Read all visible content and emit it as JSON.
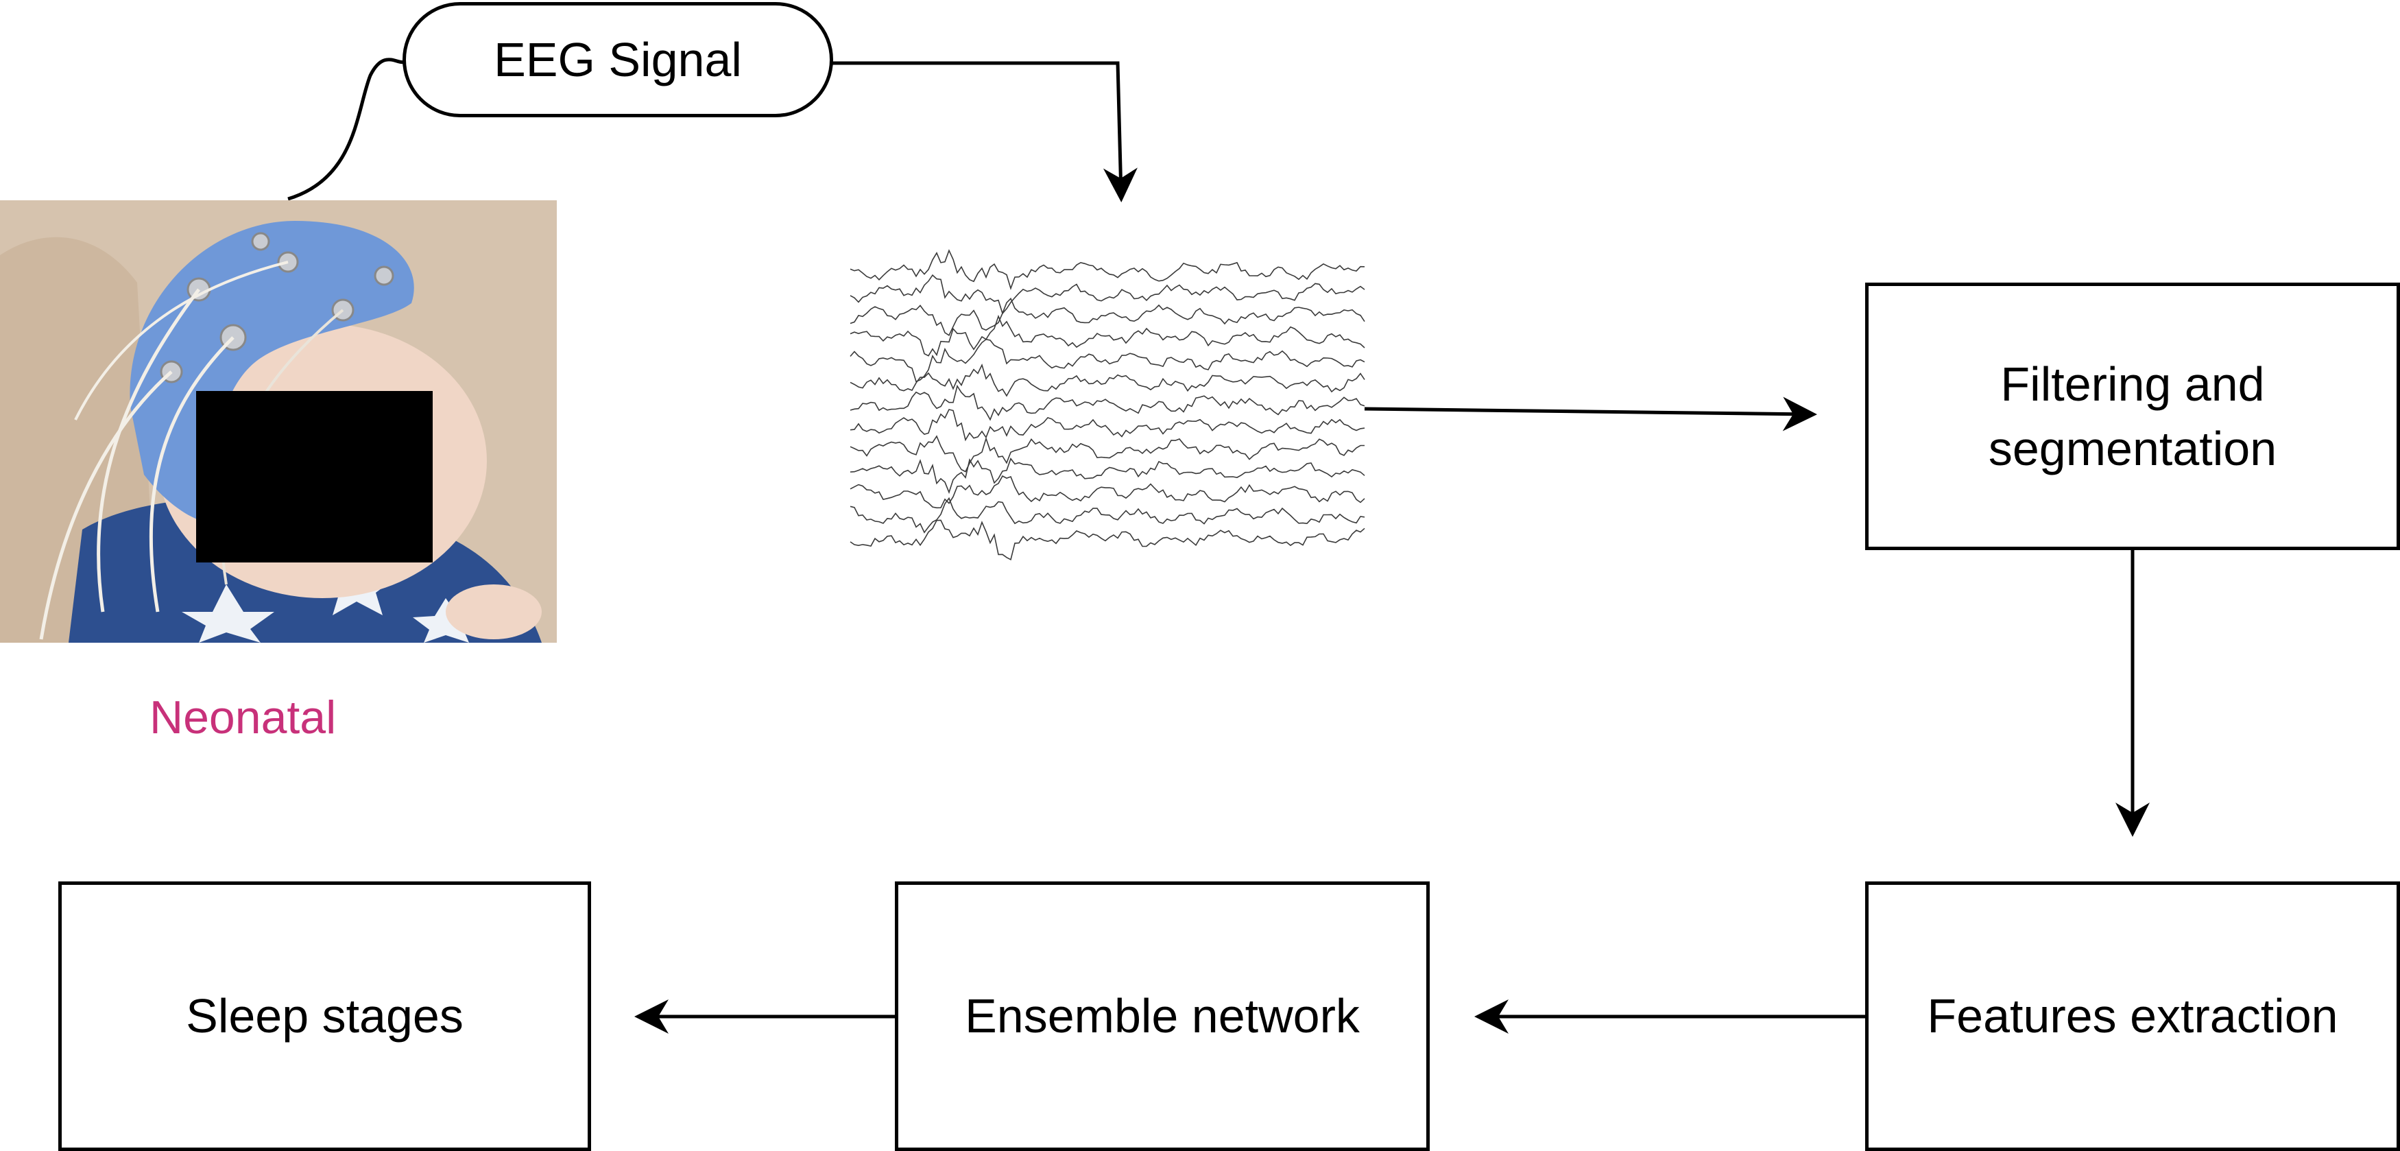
{
  "nodes": {
    "eeg_signal": "EEG Signal",
    "neonatal": "Neonatal",
    "filtering": "Filtering and\nsegmentation",
    "features": "Features extraction",
    "ensemble": "Ensemble network",
    "sleep": "Sleep stages"
  },
  "colors": {
    "neonatal_label": "#c8317a",
    "cap": "#6f98d8",
    "shirt": "#2d4f8f",
    "skin": "#f0d6c6",
    "background_photo": "#d9c8b6",
    "line": "#000000"
  },
  "icons": {
    "photo": "neonate-with-eeg-cap",
    "waveform": "eeg-traces"
  }
}
